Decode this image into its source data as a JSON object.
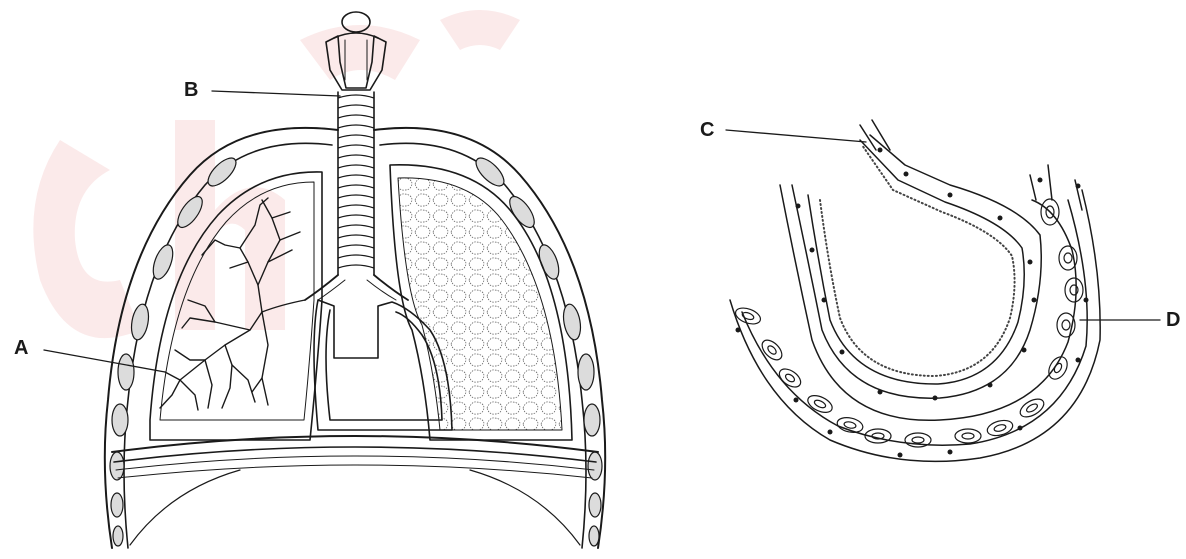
{
  "labels": {
    "a": "A",
    "b": "B",
    "c": "C",
    "d": "D"
  },
  "colors": {
    "ink": "#1a1a1a",
    "watermark": "#fbeaea",
    "background": "#ffffff"
  }
}
